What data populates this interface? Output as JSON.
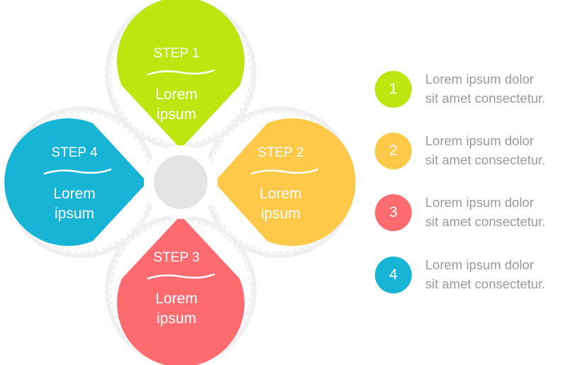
{
  "colors": {
    "step1": "#bde611",
    "step2": "#fec949",
    "step3": "#fc6b70",
    "step4": "#18b4d6",
    "outline": "#f0f0f0",
    "center": "#e4e4e6",
    "legend_text": "#9a9a9a"
  },
  "petals": [
    {
      "step": "STEP 1",
      "line1": "Lorem",
      "line2": "ipsum"
    },
    {
      "step": "STEP 2",
      "line1": "Lorem",
      "line2": "ipsum"
    },
    {
      "step": "STEP 3",
      "line1": "Lorem",
      "line2": "ipsum"
    },
    {
      "step": "STEP 4",
      "line1": "Lorem",
      "line2": "ipsum"
    }
  ],
  "legend": [
    {
      "number": "1",
      "line1": "Lorem ipsum dolor",
      "line2": "sit amet consectetur."
    },
    {
      "number": "2",
      "line1": "Lorem ipsum dolor",
      "line2": "sit amet consectetur."
    },
    {
      "number": "3",
      "line1": "Lorem ipsum dolor",
      "line2": "sit amet consectetur."
    },
    {
      "number": "4",
      "line1": "Lorem ipsum dolor",
      "line2": "sit amet consectetur."
    }
  ]
}
